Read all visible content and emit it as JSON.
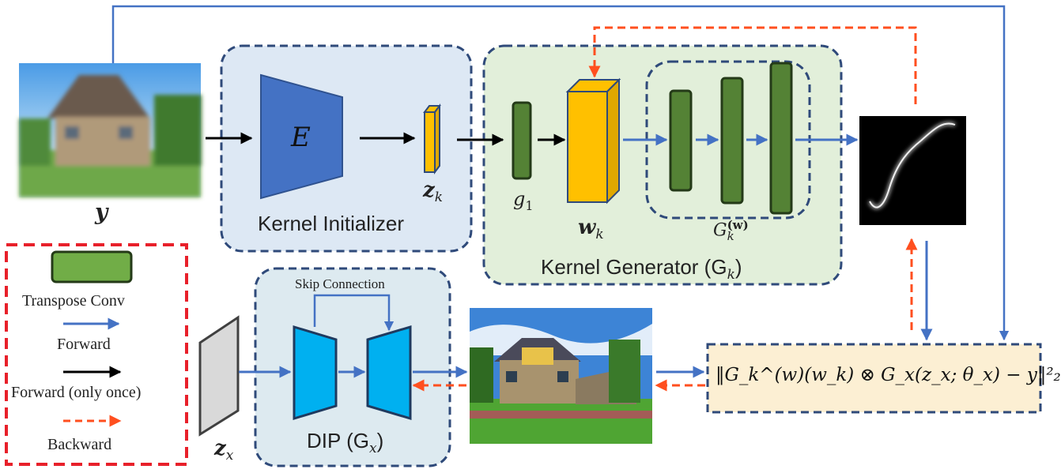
{
  "inputs": {
    "blurry_label": "y",
    "noise_label": "z",
    "noise_sub": "x"
  },
  "kernel_initializer": {
    "title": "Kernel Initializer",
    "encoder_label": "E",
    "latent_label": "z",
    "latent_sub": "k"
  },
  "kernel_generator": {
    "title": "Kernel Generator (G",
    "title_sub": "k",
    "title_close": ")",
    "first_layer_label": "g",
    "first_layer_sub": "1",
    "feature_label": "w",
    "feature_sub": "k",
    "sub_net_label": "G",
    "sub_net_sub": "k",
    "sub_net_sup": "(w)"
  },
  "dip": {
    "title": "DIP (G",
    "title_sub": "x",
    "title_close": ")",
    "skip_label": "Skip Connection"
  },
  "legend": {
    "transpose_conv": "Transpose Conv",
    "forward": "Forward",
    "forward_once": "Forward (only once)",
    "backward": "Backward"
  },
  "loss": {
    "formula_text": "‖G_k^(w)(w_k) ⊗ G_x(z_x; θ_x) − y‖²₂"
  },
  "colors": {
    "forward_arrow": "#4472c4",
    "once_arrow": "#000000",
    "backward_arrow": "#ff4f1f",
    "legend_border": "#e8202a",
    "encoder_fill": "#4472c4",
    "layer_green": "#548235",
    "feature_yellow": "#ffc000",
    "dip_blue": "#00b0f0",
    "box_border": "#2f4a7a",
    "init_bg": "#dde8f4",
    "gen_bg": "#e2efda",
    "dip_bg": "#ddeaf0",
    "loss_bg": "#fcefd3"
  }
}
